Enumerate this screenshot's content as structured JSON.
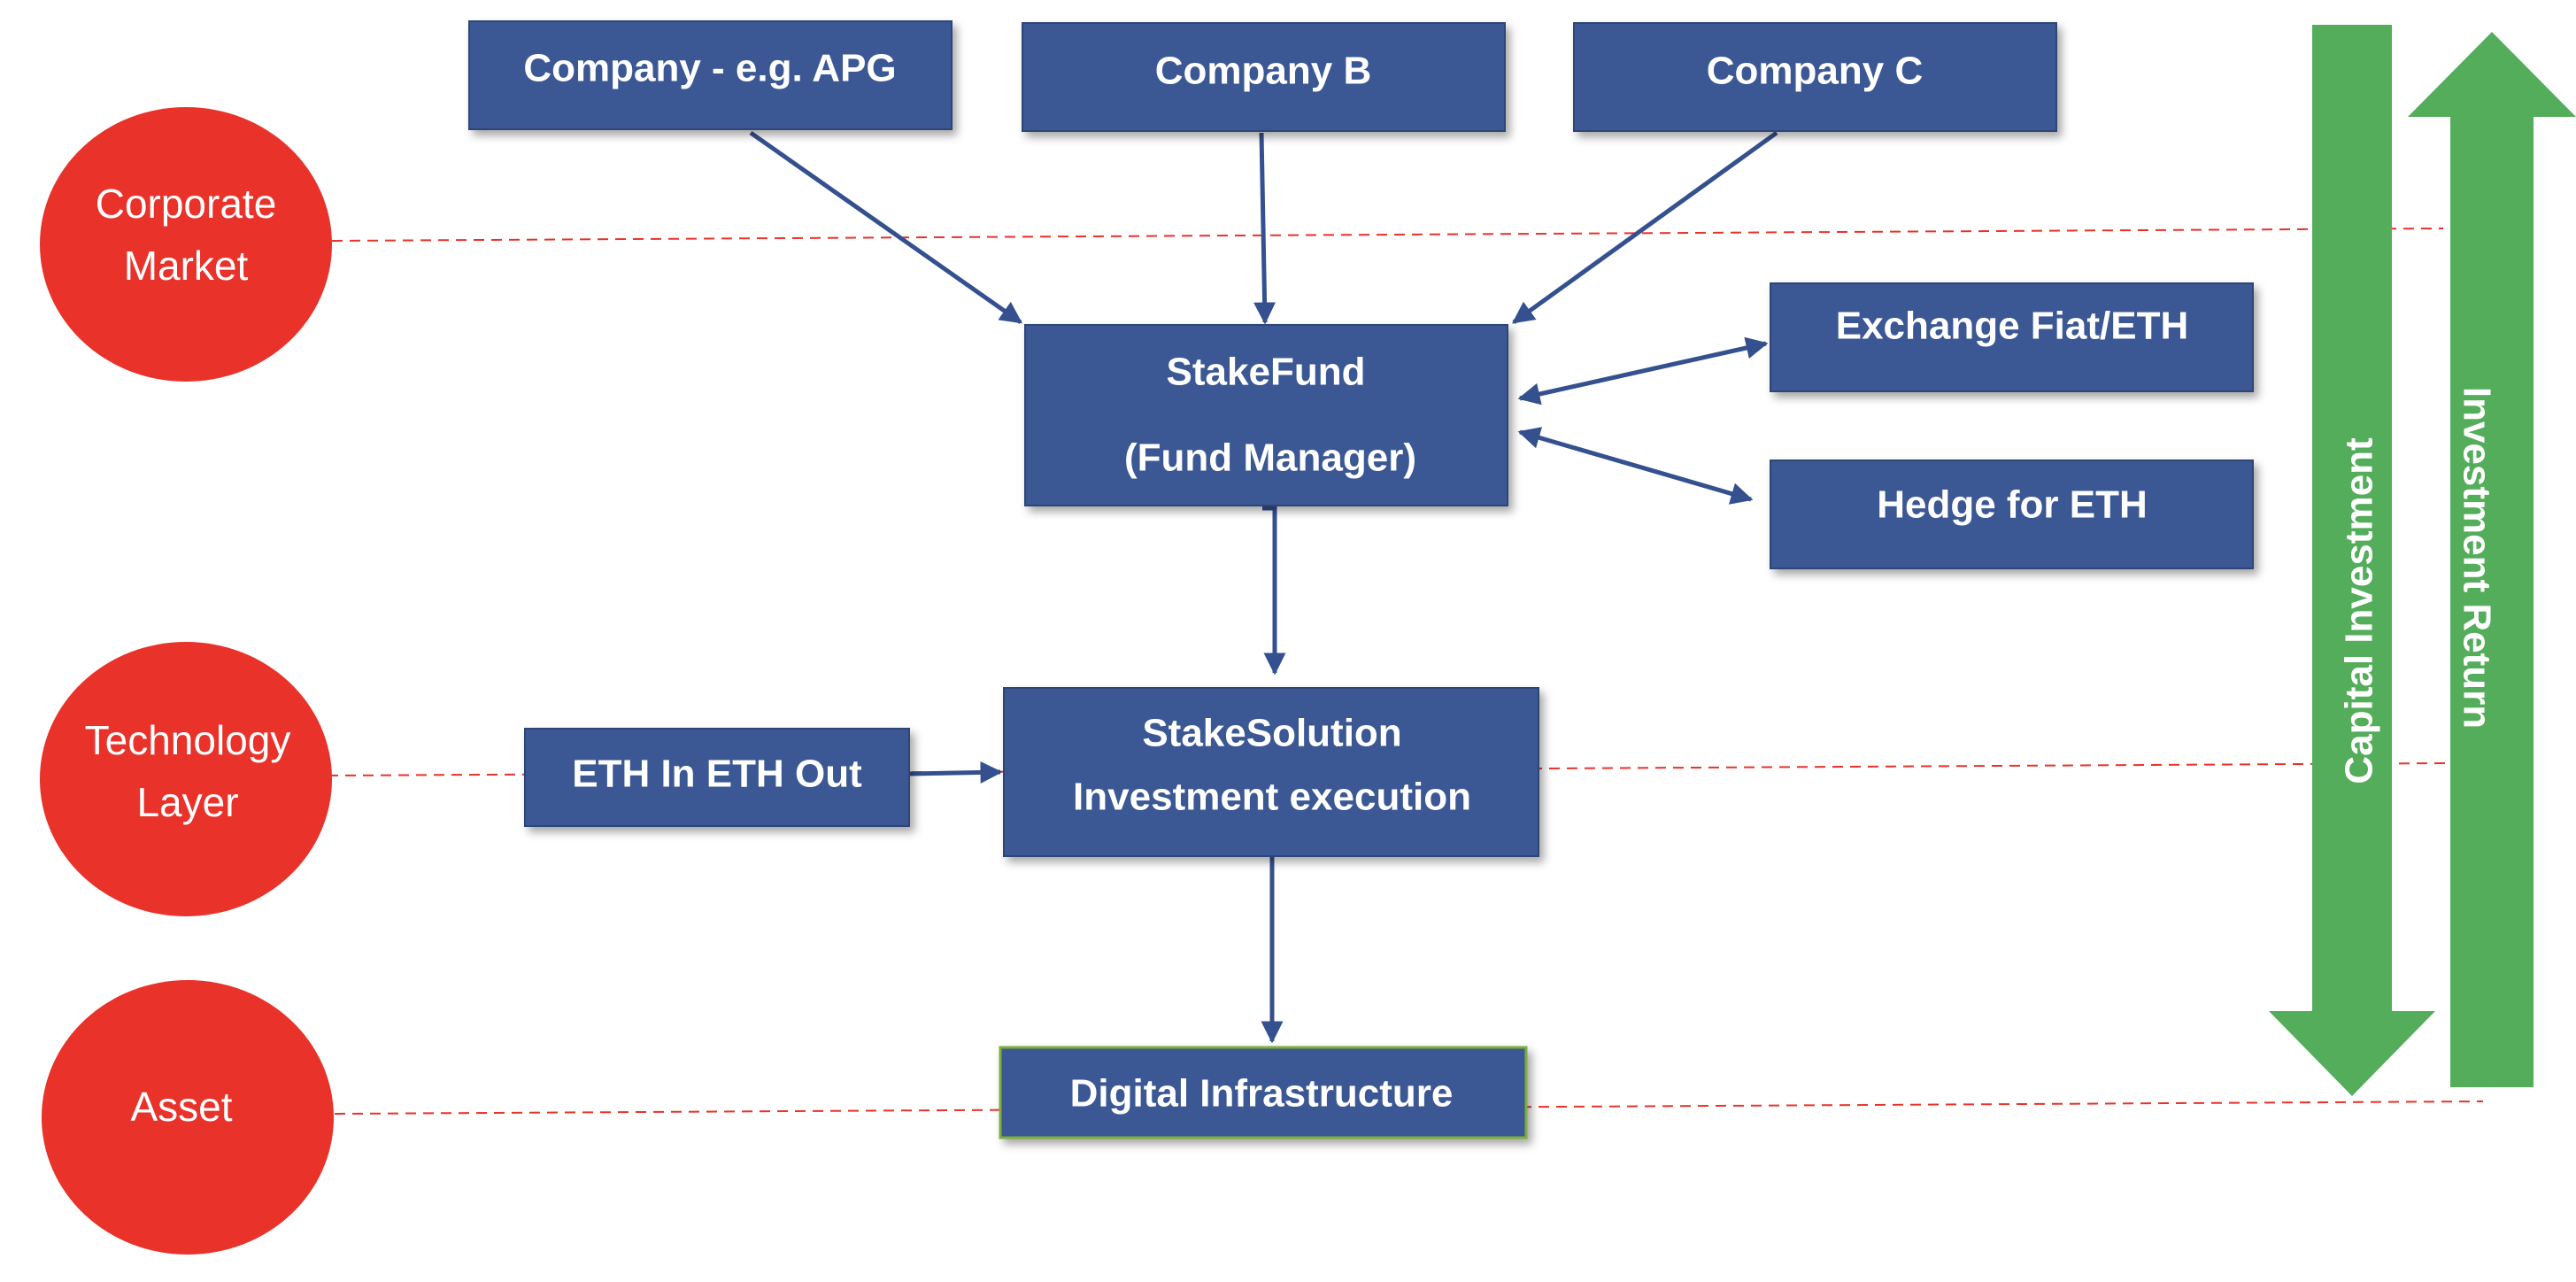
{
  "colors": {
    "box_fill": "#3a5894",
    "box_stroke": "#2d4577",
    "flow_arrow": "#34508f",
    "layer_circle": "#e8322a",
    "layer_line": "#e8322a",
    "vertical_arrow": "#54ad5b",
    "digital_box_stroke": "#7fae3a"
  },
  "layers": {
    "corporate": {
      "line1": "Corporate",
      "line2": "Market"
    },
    "technology": {
      "line1": "Technology",
      "line2": "Layer"
    },
    "asset": {
      "line1": "Asset"
    }
  },
  "boxes": {
    "company_a": "Company - e.g. APG",
    "company_b": "Company B",
    "company_c": "Company C",
    "stakefund": {
      "line1": "StakeFund",
      "line2": "(Fund Manager)"
    },
    "exchange": "Exchange Fiat/ETH",
    "hedge": "Hedge for ETH",
    "eth_io": "ETH In ETH Out",
    "stakesolution": {
      "line1": "StakeSolution",
      "line2": "Investment execution"
    },
    "digital_infra": "Digital Infrastructure"
  },
  "vertical_arrows": {
    "capital": "Capital Investment",
    "return": "Investment Return"
  }
}
